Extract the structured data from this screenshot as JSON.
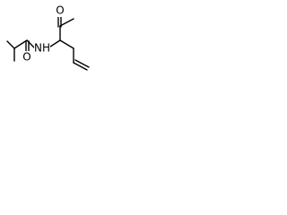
{
  "figure": {
    "type": "chemical-structure",
    "atom_labels": {
      "ketone_oxygen": "O",
      "amide_oxygen": "O",
      "amide_nitrogen": "NH"
    },
    "colors": {
      "bond": "#000000",
      "label": "#000000",
      "background": "#ffffff"
    }
  }
}
